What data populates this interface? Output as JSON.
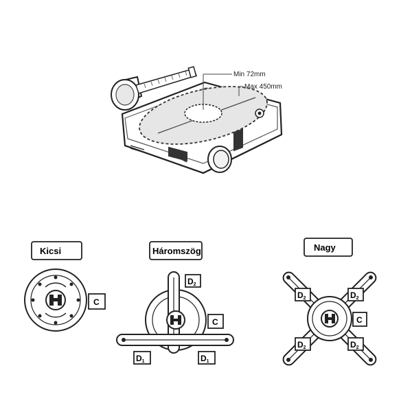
{
  "projector": {
    "dim_min": "Min 72mm",
    "dim_max": "Max 450mm"
  },
  "mounts": {
    "small": {
      "title": "Kicsi",
      "tag": "C"
    },
    "triangle": {
      "title": "Háromszög",
      "tag_c": "C",
      "tag_d2": "D",
      "tag_d2_sub": "2",
      "tag_d1": "D",
      "tag_d1_sub": "1"
    },
    "large": {
      "title": "Nagy",
      "tag_c": "C",
      "tag_d": "D",
      "tag_d_sub": "2"
    }
  }
}
